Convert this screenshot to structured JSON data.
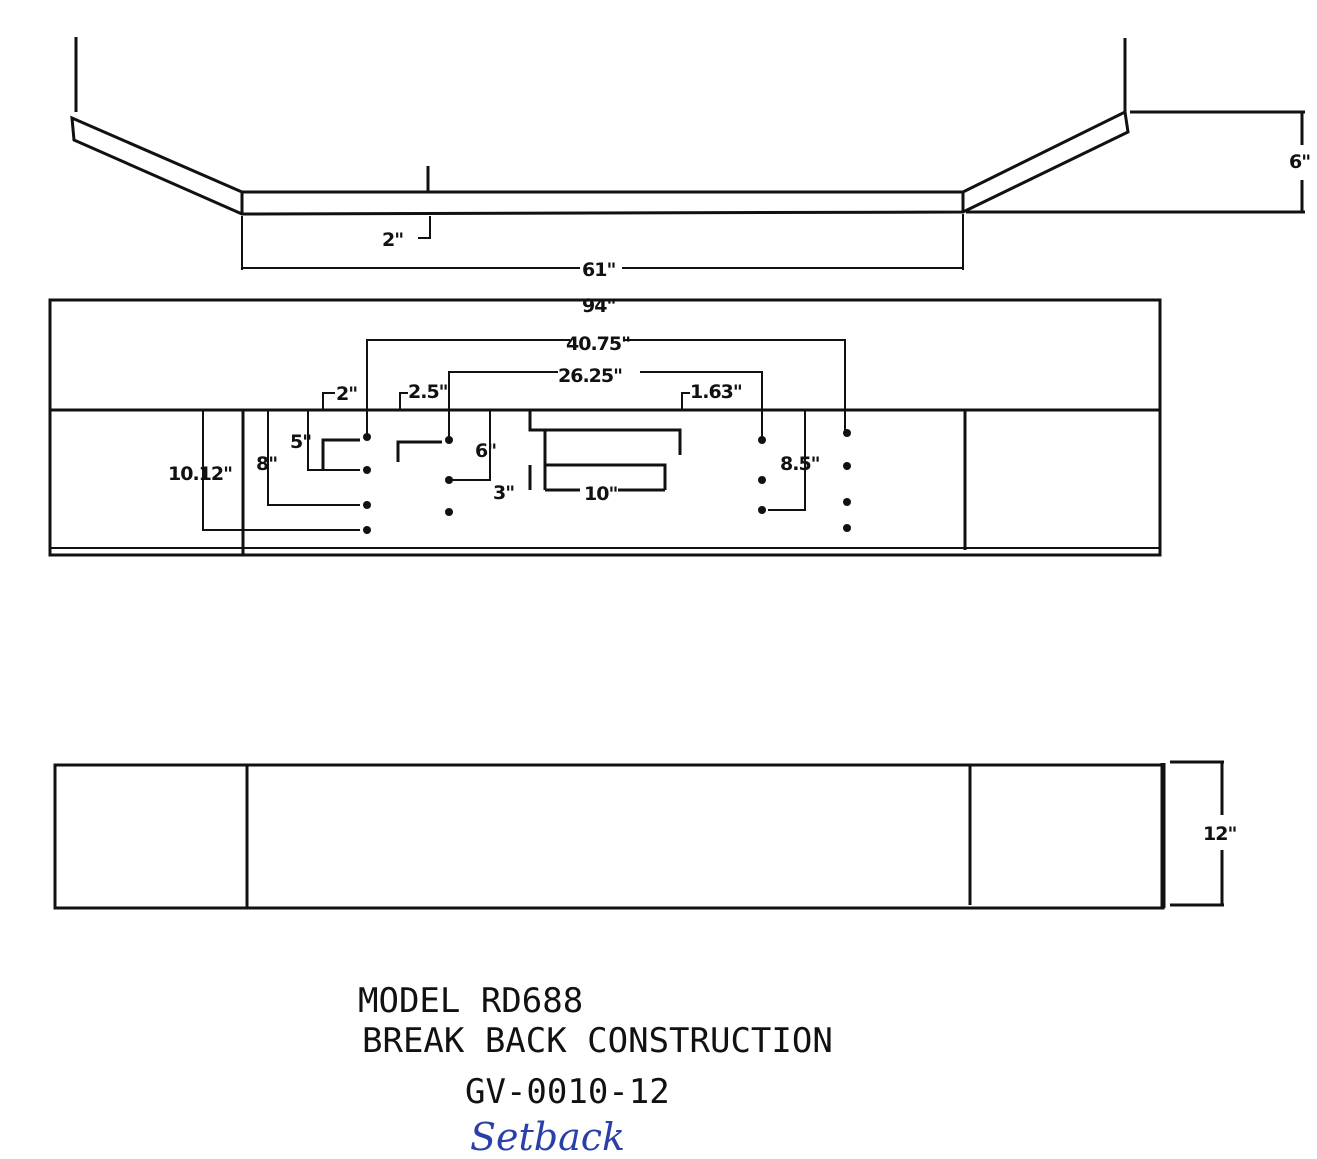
{
  "top_view": {
    "dim_2": "2\"",
    "dim_61": "61\"",
    "dim_6": "6\""
  },
  "front_view": {
    "dim_94": "94\"",
    "dim_40_75": "40.75\"",
    "dim_26_25": "26.25\"",
    "dim_2": "2\"",
    "dim_2_5": "2.5\"",
    "dim_1_63": "1.63\"",
    "dim_5": "5\"",
    "dim_8": "8\"",
    "dim_10_12": "10.12\"",
    "dim_6": "6\"",
    "dim_3": "3\"",
    "dim_10": "10\"",
    "dim_8_5": "8.5\""
  },
  "bottom_view": {
    "dim_12": "12\""
  },
  "title_block": {
    "model": "MODEL RD688",
    "construction": "BREAK BACK CONSTRUCTION",
    "part_number": "GV-0010-12",
    "handwritten_note": "Setback"
  },
  "colors": {
    "ink": "#111111",
    "handwriting": "#2a3fa8"
  }
}
